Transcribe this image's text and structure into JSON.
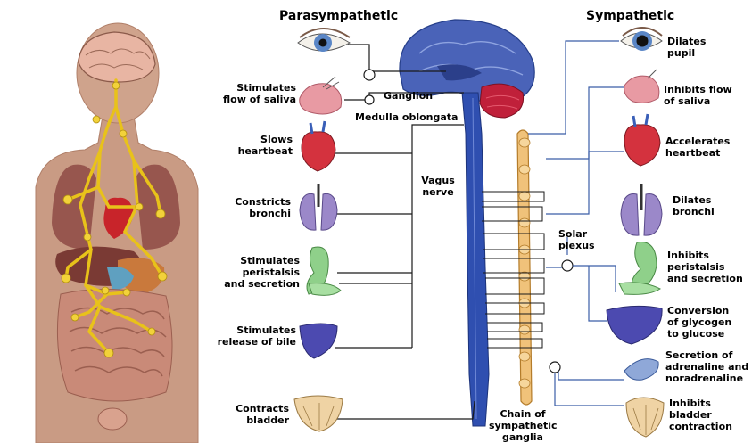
{
  "headers": {
    "left": "Parasympathetic",
    "right": "Sympathetic"
  },
  "center_labels": {
    "ganglion": "Ganglion",
    "medulla": "Medulla oblongata",
    "vagus": [
      "Vagus",
      "nerve"
    ],
    "solar_plexus": [
      "Solar",
      "plexus"
    ],
    "chain": [
      "Chain of",
      "sympathetic",
      "ganglia"
    ]
  },
  "parasympathetic_labels": [
    [
      "Stimulates",
      "flow of saliva"
    ],
    [
      "Slows",
      "heartbeat"
    ],
    [
      "Constricts",
      "bronchi"
    ],
    [
      "Stimulates",
      "peristalsis",
      "and secretion"
    ],
    [
      "Stimulates",
      "release of bile"
    ],
    [
      "Contracts",
      "bladder"
    ]
  ],
  "sympathetic_labels": [
    [
      "Dilates",
      "pupil"
    ],
    [
      "Inhibits flow",
      "of saliva"
    ],
    [
      "Accelerates",
      "heartbeat"
    ],
    [
      "Dilates",
      "bronchi"
    ],
    [
      "Inhibits",
      "peristalsis",
      "and secretion"
    ],
    [
      "Conversion",
      "of glycogen",
      "to glucose"
    ],
    [
      "Secretion of",
      "adrenaline and",
      "noradrenaline"
    ],
    [
      "Inhibits",
      "bladder",
      "contraction"
    ]
  ],
  "colors": {
    "nerve_line": "#1a1a1a",
    "sympathetic_line": "#3b5ea8",
    "spinal_cord": "#2f4fb0",
    "sympathetic_chain": "#f0c27a",
    "brain": "#4a63b8",
    "cerebellum": "#c0203a",
    "body_skin": "#c99b84",
    "vagus_yellow": "#e8c21a"
  }
}
